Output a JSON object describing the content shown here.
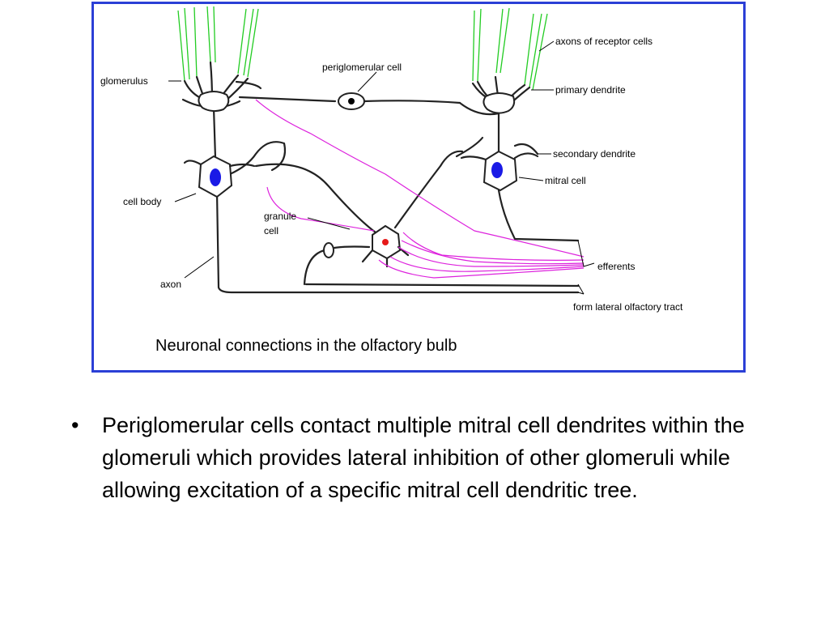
{
  "figure": {
    "caption": "Neuronal connections in the olfactory bulb",
    "labels": {
      "glomerulus": "glomerulus",
      "periglomerular_cell": "periglomerular cell",
      "axons_of_receptor_cells": "axons of receptor cells",
      "primary_dendrite": "primary dendrite",
      "secondary_dendrite": "secondary dendrite",
      "mitral_cell": "mitral cell",
      "cell_body": "cell body",
      "granule": "granule",
      "cell": "cell",
      "axon": "axon",
      "efferents": "efferents",
      "lateral_olfactory_tract": "form lateral olfactory tract"
    },
    "colors": {
      "frame": "#2b3fd6",
      "receptor_axons": "#22cc22",
      "efferent_fibers": "#dd22dd",
      "mitral_nucleus": "#1a1ae6",
      "granule_nucleus": "#e61a1a"
    }
  },
  "bullets": [
    {
      "marker": "•",
      "text": "Periglomerular cells contact multiple mitral cell dendrites within the glomeruli which provides lateral inhibition of other glomeruli while allowing excitation of a specific mitral cell dendritic tree."
    }
  ]
}
